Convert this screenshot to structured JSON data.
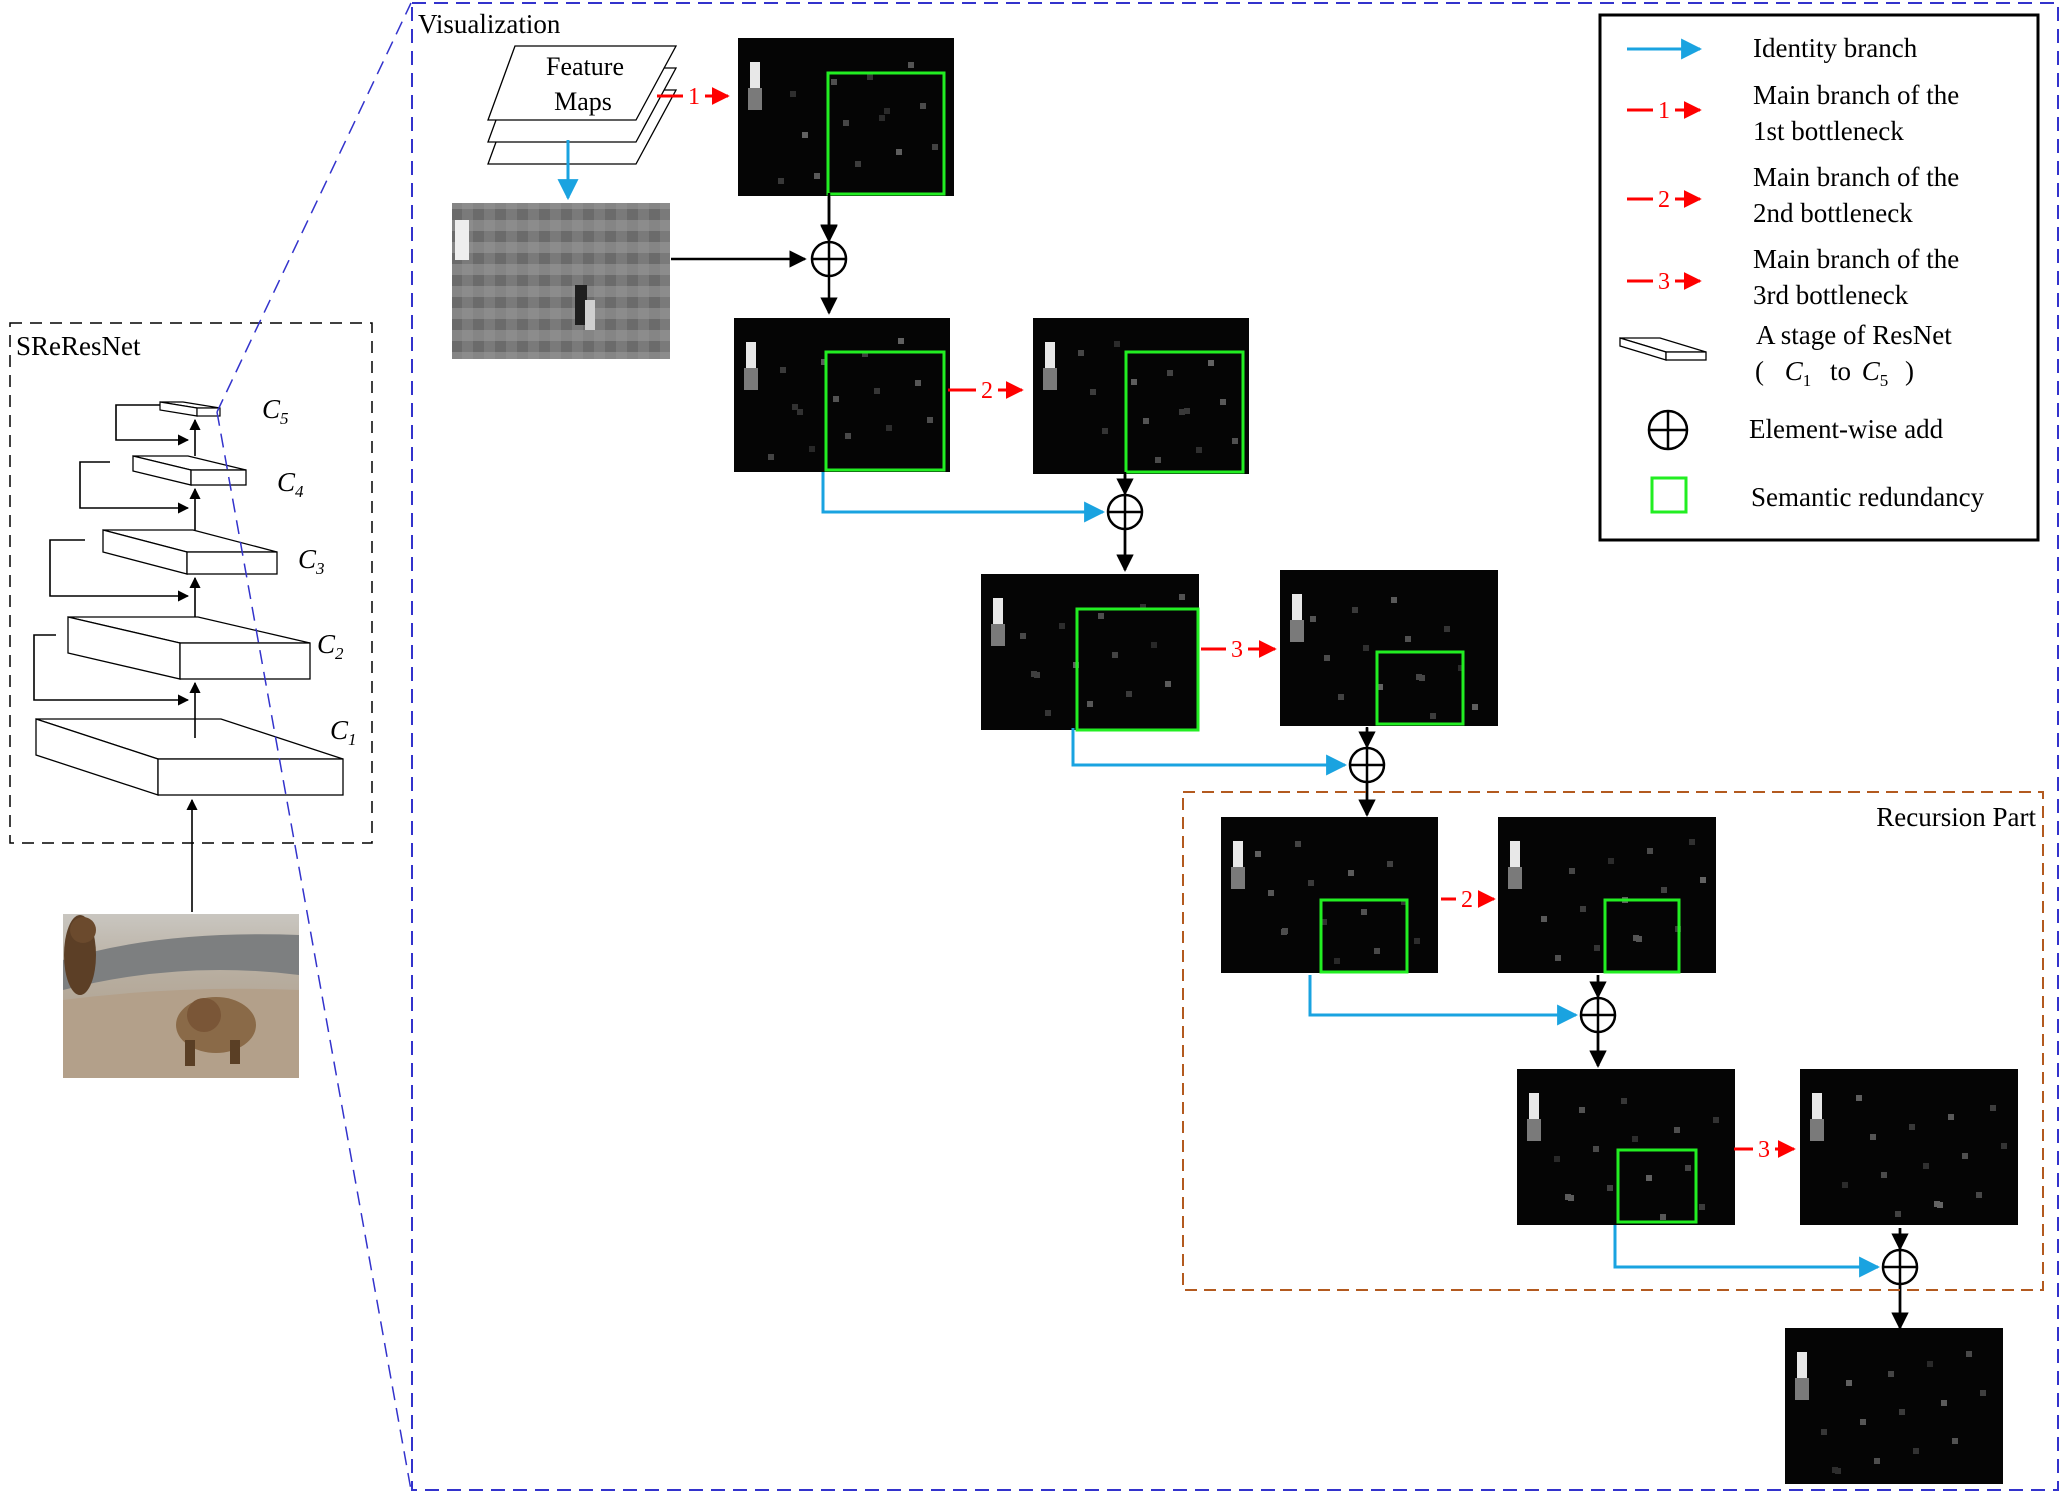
{
  "left_panel": {
    "title": "SReResNet",
    "stages": [
      {
        "name": "C",
        "sub": "1"
      },
      {
        "name": "C",
        "sub": "2"
      },
      {
        "name": "C",
        "sub": "3"
      },
      {
        "name": "C",
        "sub": "4"
      },
      {
        "name": "C",
        "sub": "5"
      }
    ]
  },
  "visualization": {
    "title": "Visualization",
    "feature_maps_line1": "Feature",
    "feature_maps_line2": "Maps",
    "recursion_label": "Recursion Part",
    "step_labels": {
      "one": "1",
      "two": "2",
      "three": "3"
    }
  },
  "legend": {
    "identity": "Identity branch",
    "main1_l1": "Main branch of the",
    "main1_l2": "1st bottleneck",
    "main2_l1": "Main branch of the",
    "main2_l2": "2nd bottleneck",
    "main3_l1": "Main branch of the",
    "main3_l2": "3rd bottleneck",
    "stage_l1": "A stage of ResNet",
    "stage_l2_open": "(",
    "stage_from": "C",
    "stage_from_sub": "1",
    "stage_to_word": "to",
    "stage_to": "C",
    "stage_to_sub": "5",
    "stage_l2_close": ")",
    "add": "Element-wise add",
    "semantic": "Semantic redundancy"
  },
  "colors": {
    "identity_arrow": "#1aa3e0",
    "main_arrow": "#ff0000",
    "semantic_box": "#22ee22",
    "recursion_border": "#b35a1f",
    "zoom_border": "#3333cc"
  }
}
